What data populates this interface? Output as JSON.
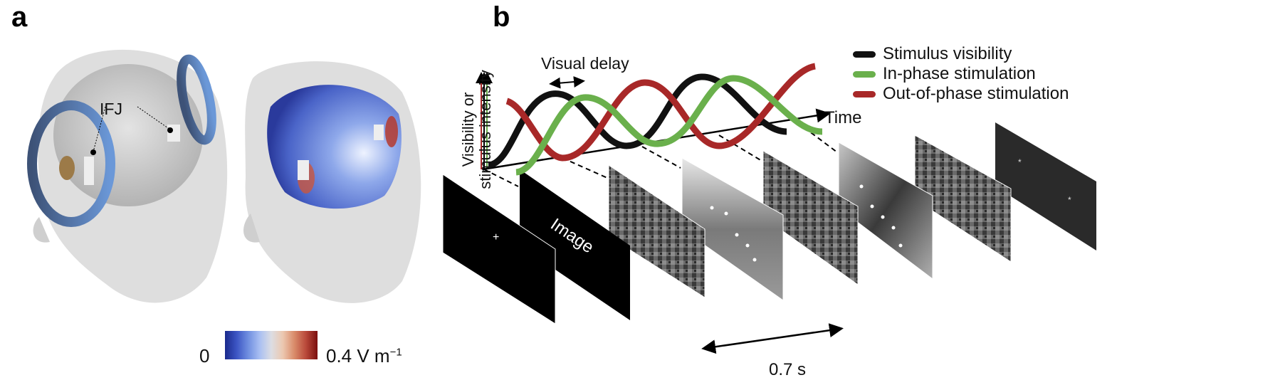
{
  "panel_a": {
    "letter": "a",
    "annotation": "IFJ",
    "colorbar": {
      "min_label": "0",
      "max_label": "0.4 V m",
      "max_unit_sup": "−1",
      "colors": [
        "#1a2a8c",
        "#3c55c4",
        "#6f8ee0",
        "#a9bff2",
        "#dcdde3",
        "#ecc8b0",
        "#d98b6a",
        "#b9493a",
        "#7a0e0e"
      ]
    }
  },
  "panel_b": {
    "letter": "b",
    "y_axis_label_line1": "Visibility or",
    "y_axis_label_line2": "stimulus intensity",
    "x_axis_label": "Time",
    "delay_label": "Visual delay",
    "duration_label": "0.7 s",
    "image_screen_label": "Image",
    "fixation_symbol": "+",
    "legend": [
      {
        "label": "Stimulus visibility",
        "color": "#111111"
      },
      {
        "label": "In-phase stimulation",
        "color": "#6ab04c"
      },
      {
        "label": "Out-of-phase stimulation",
        "color": "#a82828"
      }
    ]
  }
}
